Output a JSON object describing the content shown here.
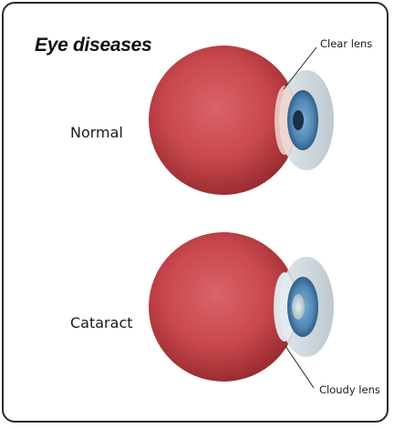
{
  "title": "Eye diseases",
  "rows": [
    {
      "label": "Normal",
      "callout": "Clear lens"
    },
    {
      "label": "Cataract",
      "callout": "Cloudy lens"
    }
  ],
  "colors": {
    "eyeball": "#c8484d",
    "iris": "#4f86b3",
    "pupil_normal": "#1d2d4a",
    "pupil_cataract": "#b9c8cf",
    "border": "#2a2a2a"
  }
}
